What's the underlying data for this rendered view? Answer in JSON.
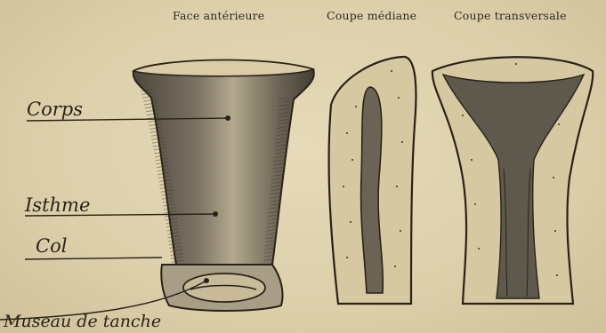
{
  "headings": {
    "front_view": "Face antérieure",
    "median_section": "Coupe médiane",
    "transverse_section": "Coupe transversale"
  },
  "labels": {
    "corps": "Corps",
    "isthme": "Isthme",
    "col": "Col",
    "museau": "Museau de tanche"
  },
  "colors": {
    "paper": "#ddd0ad",
    "ink": "#2a2218",
    "cavity_fill": "#5f594d"
  }
}
